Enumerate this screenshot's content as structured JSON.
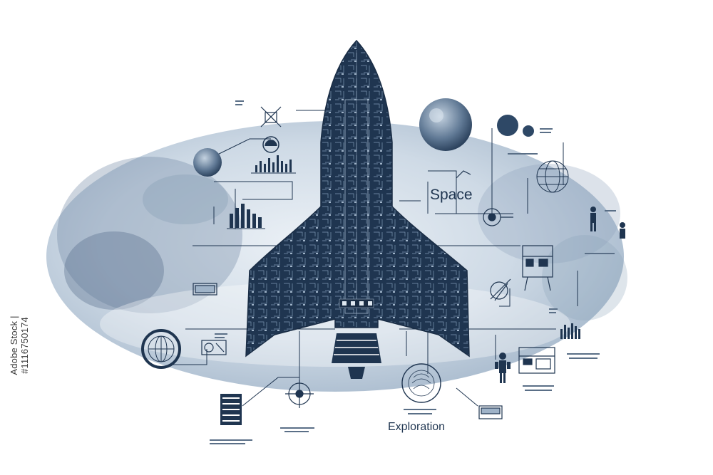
{
  "labels": {
    "space": "Space",
    "exploration": "Exploration"
  },
  "watermark": "Adobe Stock | #1116750174",
  "colors": {
    "navy": "#1f3550",
    "planet_light": "#dfe8f1",
    "planet_mid": "#a9bccf",
    "background": "#ffffff"
  },
  "icons": [
    "rocket-icon",
    "globe-icon",
    "planet-icon",
    "moon-icon",
    "radar-globe-icon",
    "bar-chart-icon",
    "gauge-icon",
    "satellite-icon",
    "astronaut-icon",
    "computer-icon",
    "machine-icon",
    "target-icon",
    "fingerprint-icon"
  ]
}
